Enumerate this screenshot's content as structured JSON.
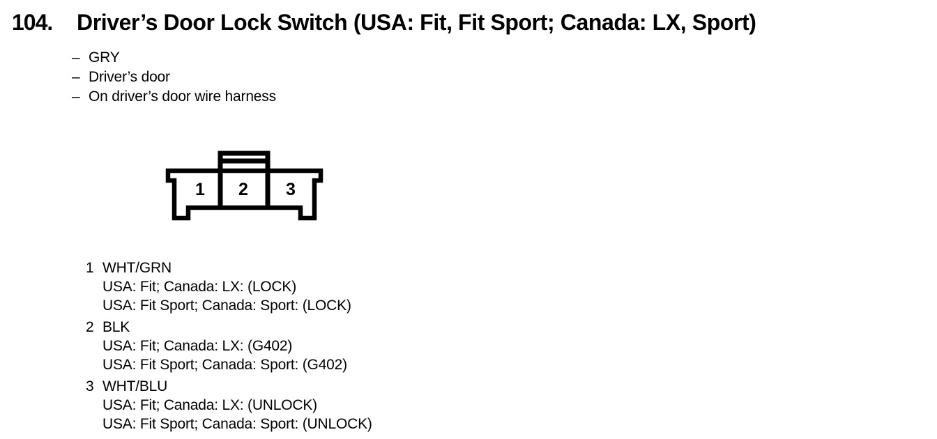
{
  "title": {
    "number": "104.",
    "text": "Driver’s Door Lock Switch (USA: Fit, Fit Sport; Canada: LX, Sport)"
  },
  "notes": {
    "bullet": "–",
    "items": [
      "GRY",
      "Driver’s door",
      "On driver’s door wire harness"
    ]
  },
  "connector": {
    "description": "3-cavity connector, front view, locking tab on top",
    "line_color": "#000000",
    "pins": [
      "1",
      "2",
      "3"
    ]
  },
  "pinout": {
    "groups": [
      {
        "pin": "1",
        "wire": "WHT/GRN",
        "functions": [
          "USA: Fit; Canada: LX: (LOCK)",
          "USA: Fit Sport; Canada: Sport: (LOCK)"
        ]
      },
      {
        "pin": "2",
        "wire": "BLK",
        "functions": [
          "USA: Fit; Canada: LX: (G402)",
          "USA: Fit Sport; Canada: Sport: (G402)"
        ]
      },
      {
        "pin": "3",
        "wire": "WHT/BLU",
        "functions": [
          "USA: Fit; Canada: LX: (UNLOCK)",
          "USA: Fit Sport; Canada: Sport: (UNLOCK)"
        ]
      }
    ]
  }
}
